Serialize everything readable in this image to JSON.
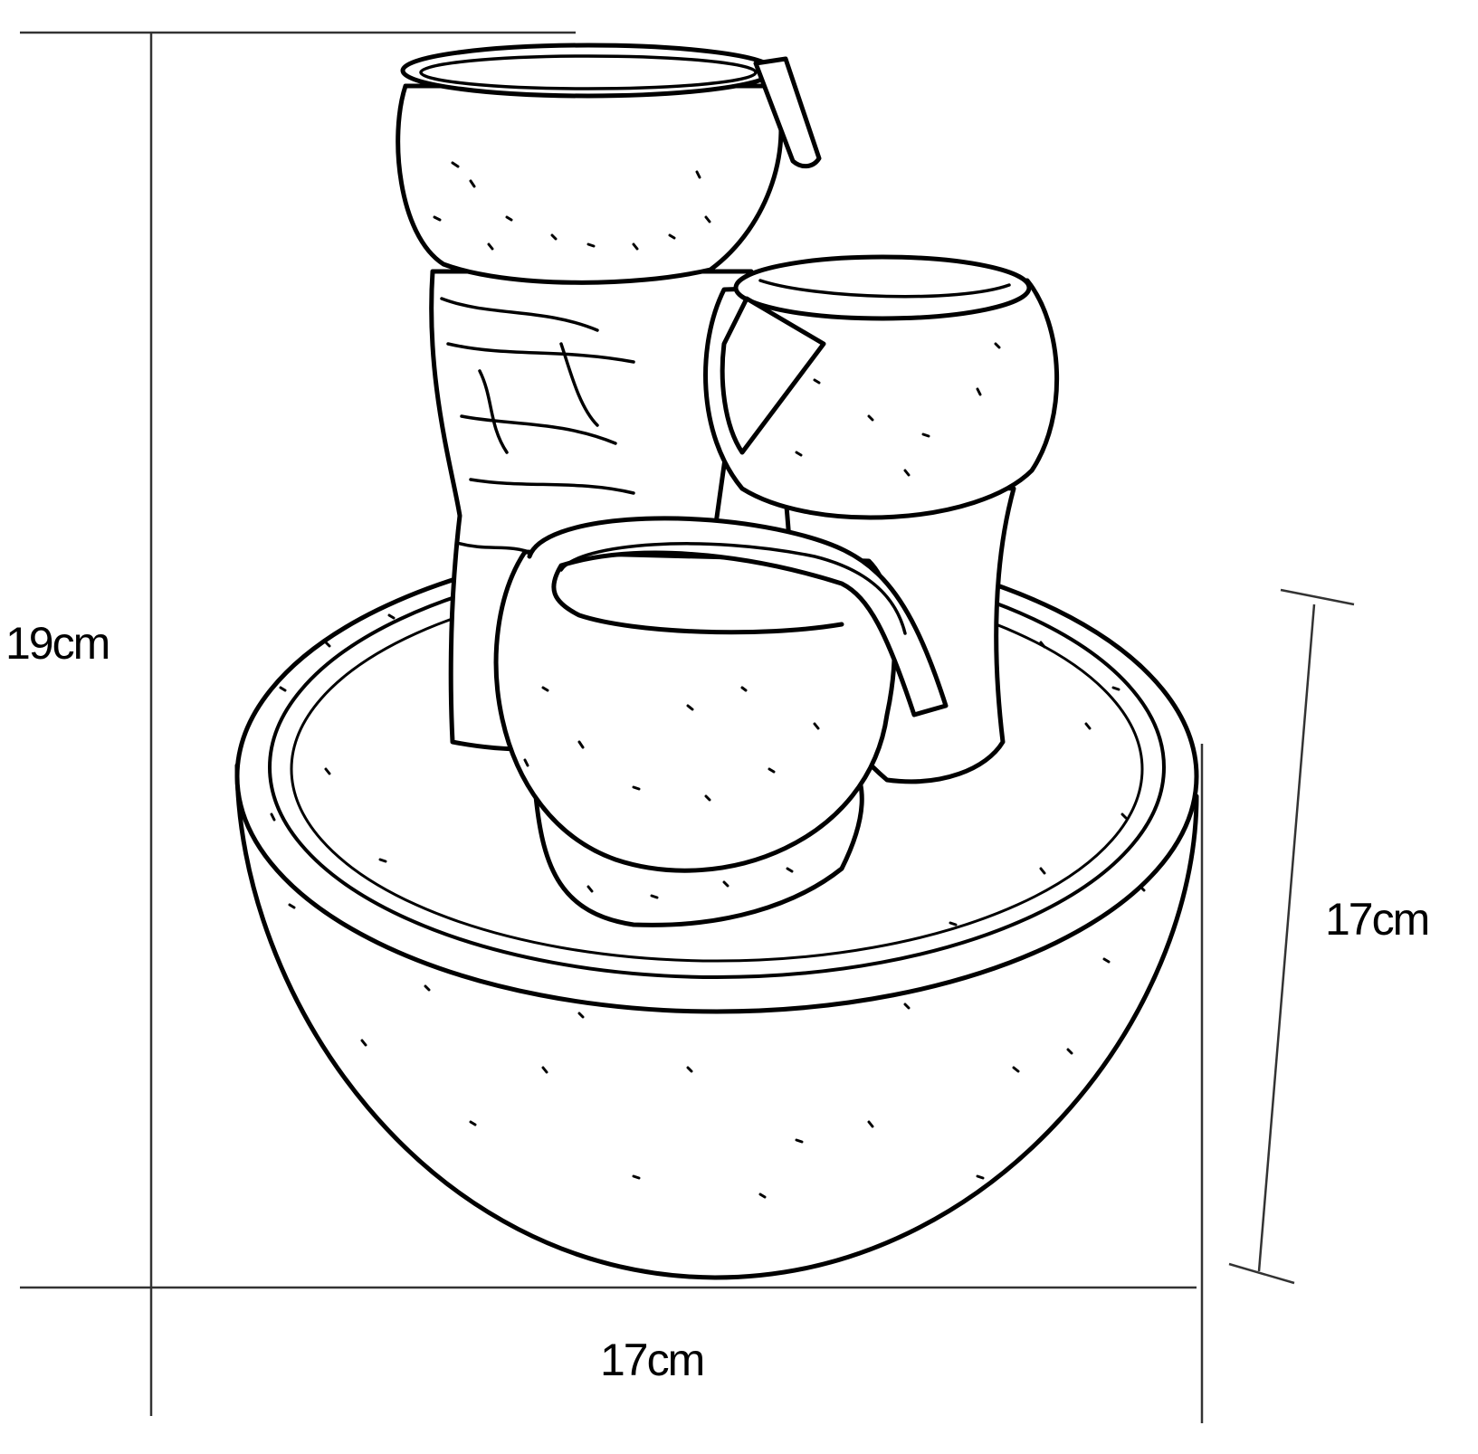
{
  "dimensions": {
    "height_label": "19cm",
    "bottom_width_label": "17cm",
    "right_width_label": "17cm"
  },
  "colors": {
    "line": "#000000",
    "dimension_line": "#333333",
    "background": "#ffffff"
  }
}
